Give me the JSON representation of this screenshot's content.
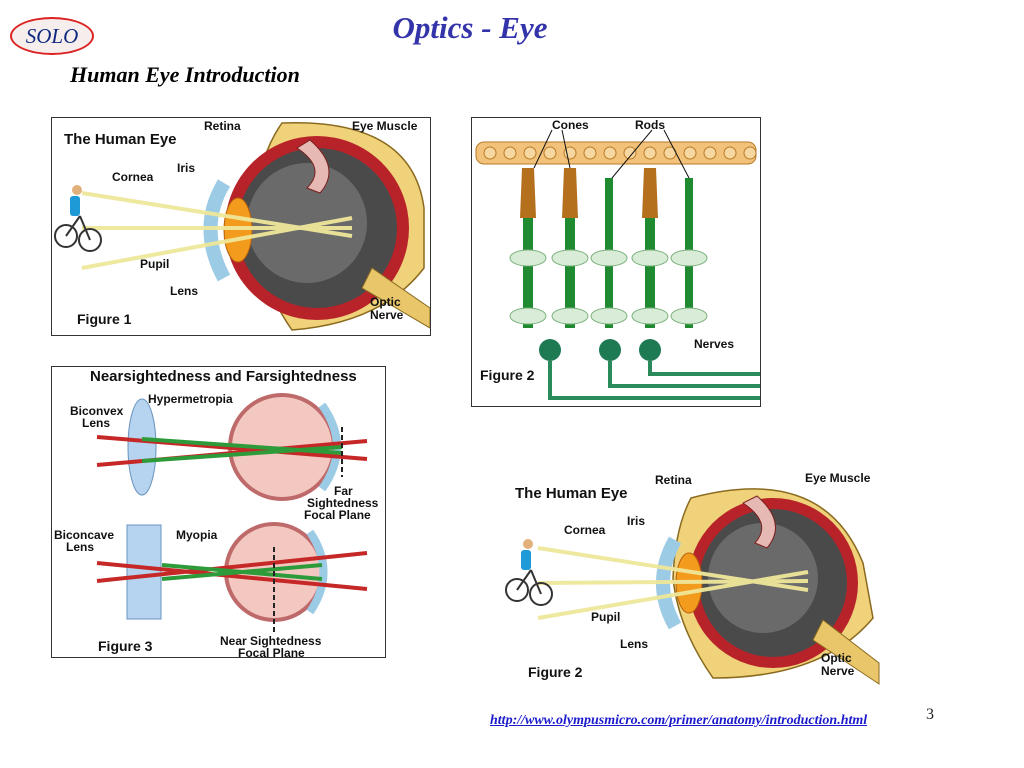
{
  "header": {
    "logo": "SOLO",
    "title": "Optics - Eye",
    "subtitle": "Human Eye Introduction"
  },
  "figure1": {
    "title": "The Human Eye",
    "labels": {
      "retina": "Retina",
      "eye_muscle": "Eye Muscle",
      "iris": "Iris",
      "cornea": "Cornea",
      "pupil": "Pupil",
      "lens": "Lens",
      "optic_nerve_1": "Optic",
      "optic_nerve_2": "Nerve"
    },
    "caption": "Figure 1"
  },
  "figure2_cells": {
    "labels": {
      "cones": "Cones",
      "rods": "Rods",
      "nerves": "Nerves"
    },
    "caption": "Figure 2"
  },
  "figure3": {
    "title": "Nearsightedness and Farsightedness",
    "labels": {
      "biconvex_1": "Biconvex",
      "biconvex_2": "Lens",
      "hypermetropia": "Hypermetropia",
      "far_1": "Far",
      "far_2": "Sightedness",
      "far_3": "Focal Plane",
      "biconcave_1": "Biconcave",
      "biconcave_2": "Lens",
      "myopia": "Myopia",
      "near_1": "Near Sightedness",
      "near_2": "Focal Plane"
    },
    "caption": "Figure 3"
  },
  "figure2_eye": {
    "title": "The Human Eye",
    "labels": {
      "retina": "Retina",
      "eye_muscle": "Eye Muscle",
      "iris": "Iris",
      "cornea": "Cornea",
      "pupil": "Pupil",
      "lens": "Lens",
      "optic_nerve_1": "Optic",
      "optic_nerve_2": "Nerve"
    },
    "caption": "Figure 2"
  },
  "footer": {
    "source_url": "http://www.olympusmicro.com/primer/anatomy/introduction.html",
    "page_number": "3"
  },
  "colors": {
    "title": "#3333aa",
    "logo_border": "#dd2222",
    "link": "#1a1acc",
    "ray_red": "#c62828",
    "ray_green": "#2e9b3a",
    "ray_yellow": "#f3ef9a"
  }
}
